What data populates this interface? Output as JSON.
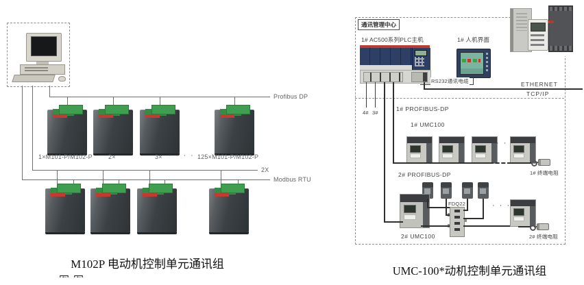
{
  "left": {
    "bus_profibus": "Profibus DP",
    "bus_2x": "2X",
    "bus_modbus": "Modbus RTU",
    "dev_labels": {
      "d1": "1×M101-P/M102-P",
      "d2": "2×",
      "d3": "3×",
      "dots": "· · · ·",
      "d125": "125×M101-P/M102-P"
    },
    "caption": "M102P 电动机控制单元通讯组",
    "caption_clipped": "图图"
  },
  "right": {
    "center_title": "通讯管理中心",
    "plc_label": "1# AC500系列PLC主机",
    "hmi_label": "1# 人机界面",
    "rs232_label": "RS232通讯电缆",
    "ethernet_label": "ETHERNET",
    "tcpip_label": "TCP/IP",
    "drop4_label": "4#",
    "drop3_label": "3#",
    "bus1_label": "1# PROFIBUS-DP",
    "umc1_label": "1# UMC100",
    "dots1": "· · ·",
    "term1_label": "1# 终端电阻",
    "bus2_label": "2# PROFIBUS-DP",
    "umc2_label": "2# UMC100",
    "fdq_label": "FDQ22",
    "dots2": "· · ·",
    "term2_label": "2# 终端电阻",
    "caption": "UMC-100*动机控制单元通讯组"
  },
  "colors": {
    "device_green": "#3f9e4f",
    "device_red": "#c53a2e",
    "plc_navy": "#2e3f66",
    "plc_red": "#c03a2e",
    "hmi_screen": "#7db4a1",
    "wire_dark": "#2f2f2f",
    "wire_gray": "#6e6e6e"
  }
}
